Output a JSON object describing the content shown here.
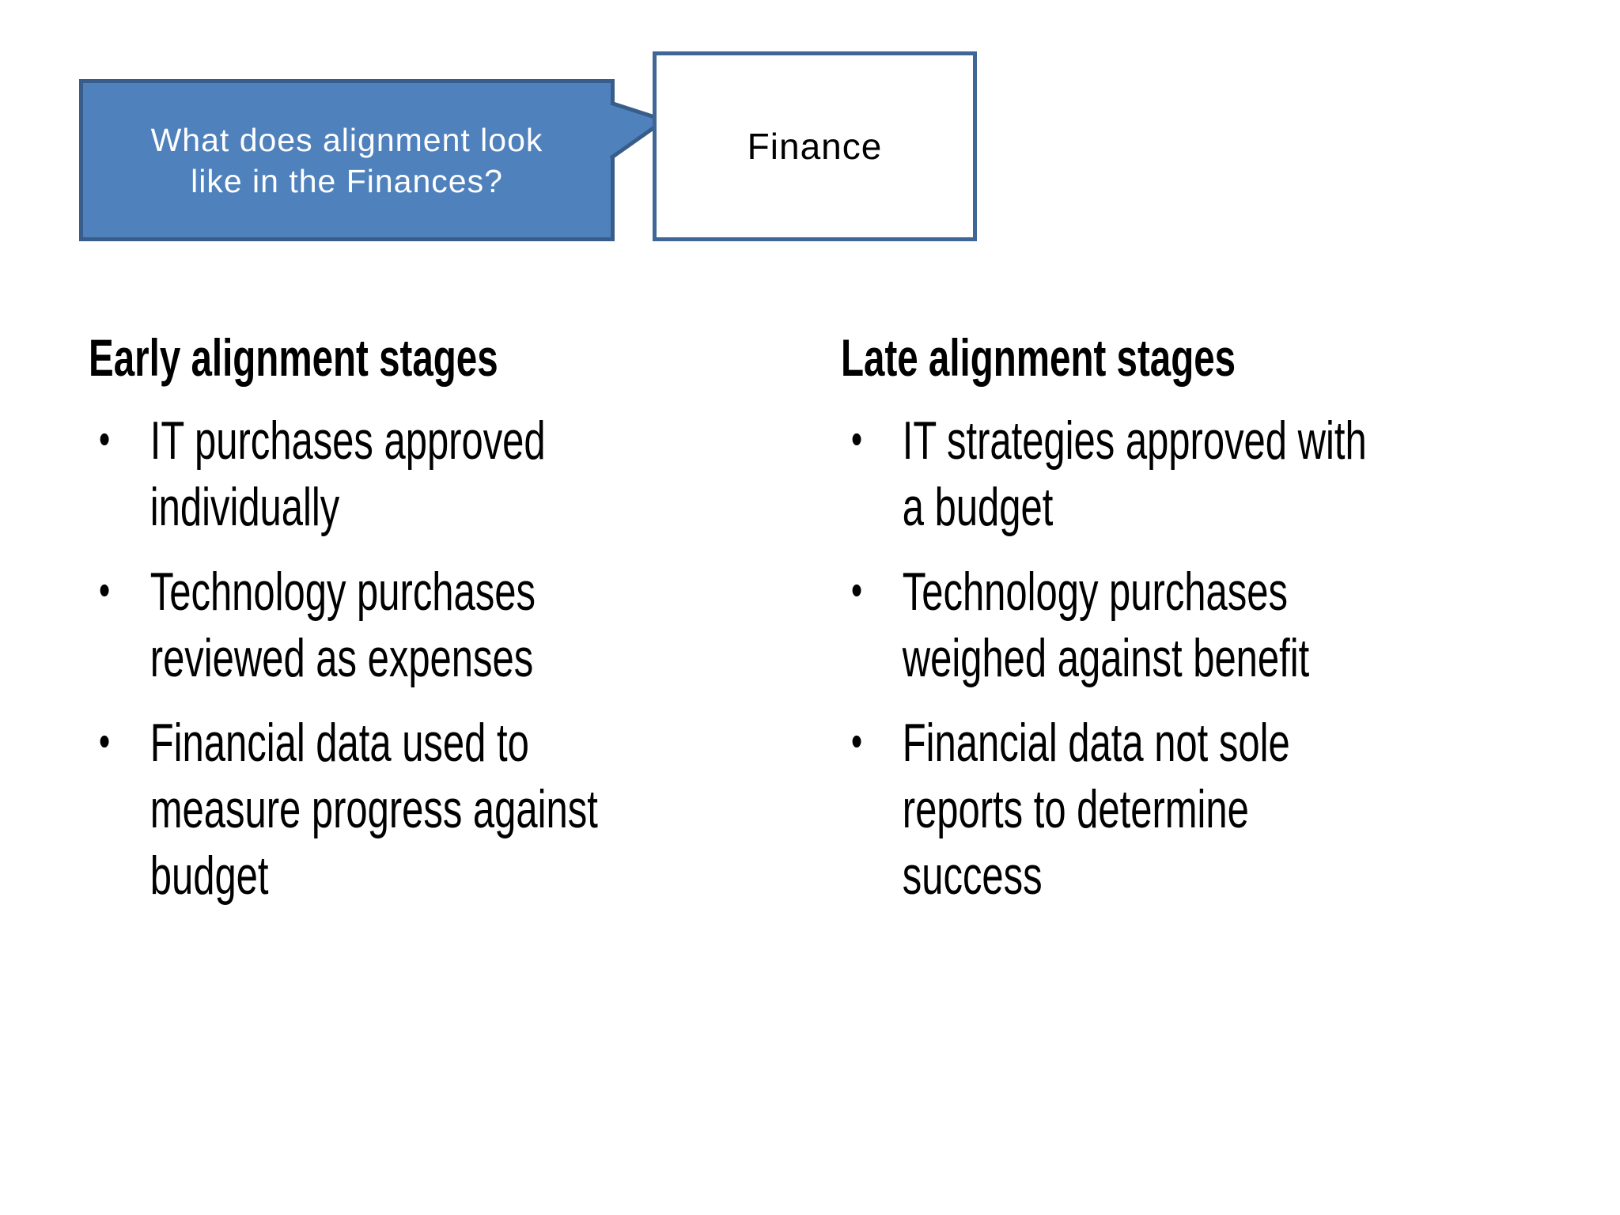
{
  "slide": {
    "callout": {
      "text": "What does alignment look\nlike in the Finances?"
    },
    "finance_box": {
      "label": "Finance"
    },
    "columns": [
      {
        "heading": "Early alignment stages",
        "bullets": [
          "IT purchases approved\nindividually",
          "Technology purchases\nreviewed as expenses",
          "Financial data used to\nmeasure progress against\nbudget"
        ]
      },
      {
        "heading": "Late alignment stages",
        "bullets": [
          "IT strategies approved with\na budget",
          "Technology purchases\nweighed against benefit",
          "Financial data not sole\nreports to determine\nsuccess"
        ]
      }
    ],
    "colors": {
      "callout_fill": "#4F81BD",
      "callout_border": "#385D8A",
      "finance_border": "#3F6697",
      "text": "#000000",
      "callout_text": "#FFFFFF"
    }
  }
}
